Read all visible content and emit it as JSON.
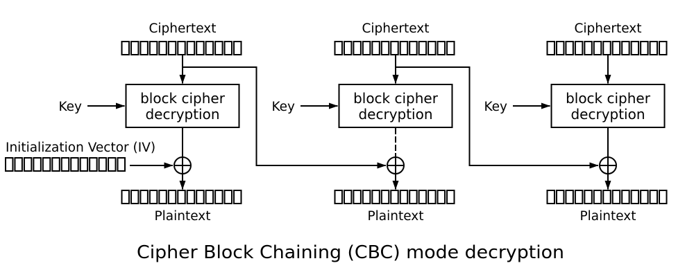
{
  "diagram": {
    "title": "Cipher Block Chaining (CBC) mode decryption",
    "iv_label": "Initialization Vector (IV)",
    "cells_per_register": 13,
    "colors": {
      "line": "#000000",
      "text": "#000000",
      "background": "#ffffff"
    },
    "blocks": [
      {
        "id": "block-1",
        "ciphertext_label": "Ciphertext",
        "key_label": "Key",
        "box_line1": "block cipher",
        "box_line2": "decryption",
        "plaintext_label": "Plaintext",
        "xor_input": "initialization-vector",
        "chains_to_next_block": true,
        "box_to_xor_line": "solid"
      },
      {
        "id": "block-2",
        "ciphertext_label": "Ciphertext",
        "key_label": "Key",
        "box_line1": "block cipher",
        "box_line2": "decryption",
        "plaintext_label": "Plaintext",
        "xor_input": "previous-ciphertext",
        "chains_to_next_block": true,
        "box_to_xor_line": "dashed"
      },
      {
        "id": "block-3",
        "ciphertext_label": "Ciphertext",
        "key_label": "Key",
        "box_line1": "block cipher",
        "box_line2": "decryption",
        "plaintext_label": "Plaintext",
        "xor_input": "previous-ciphertext",
        "chains_to_next_block": false,
        "box_to_xor_line": "solid"
      }
    ]
  }
}
